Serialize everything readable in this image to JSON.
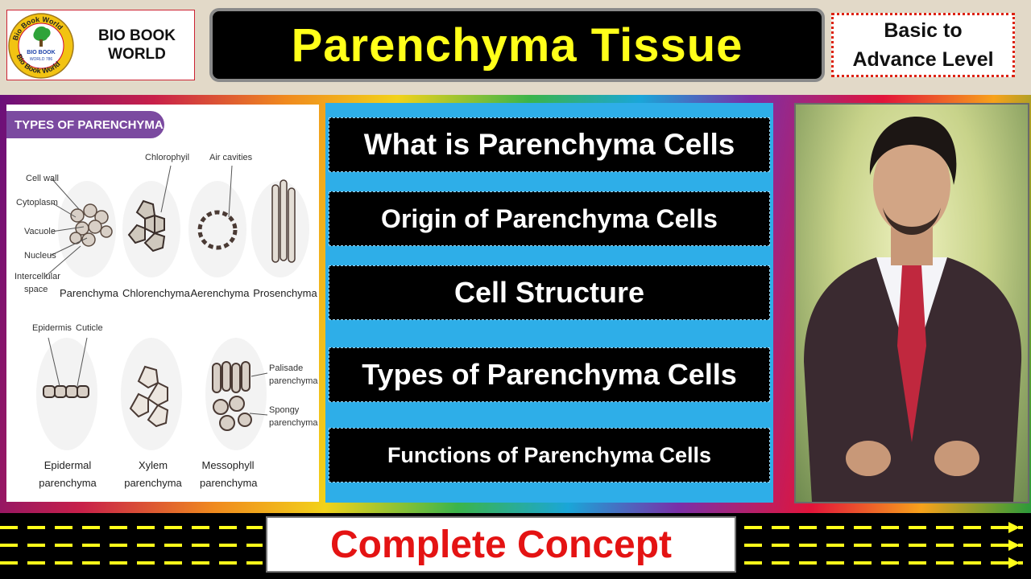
{
  "logo": {
    "seal_text_top": "Bio Book World",
    "seal_text_bottom": "Bio Book World",
    "seal_center": "BIO BOOK",
    "seal_sub": "WORLD 786",
    "line1": "BIO BOOK",
    "line2": "WORLD"
  },
  "title": "Parenchyma Tissue",
  "level": {
    "line1": "Basic to",
    "line2": "Advance Level"
  },
  "diagram": {
    "header": "TYPES OF PARENCHYMA",
    "labels": {
      "cell_wall": "Cell wall",
      "cytoplasm": "Cytoplasm",
      "vacuole": "Vacuole",
      "nucleus": "Nucleus",
      "intercellular_1": "Intercellular",
      "intercellular_2": "space",
      "chlorophyll": "Chlorophyil",
      "air_cavities": "Air cavities",
      "epidermis": "Epidermis",
      "cuticle": "Cuticle",
      "palisade_1": "Palisade",
      "palisade_2": "parenchyma",
      "spongy_1": "Spongy",
      "spongy_2": "parenchyma"
    },
    "captions": {
      "parenchyma": "Parenchyma",
      "chlorenchyma": "Chlorenchyma",
      "aerenchyma": "Aerenchyma",
      "prosenchyma": "Prosenchyma",
      "epidermal_1": "Epidermal",
      "epidermal_2": "parenchyma",
      "xylem": "Xylem parenchyma",
      "mesophyll_1": "Messophyll",
      "mesophyll_2": "parenchyma"
    }
  },
  "topics": [
    "What is Parenchyma Cells",
    "Origin of Parenchyma Cells",
    "Cell Structure",
    "Types of Parenchyma Cells",
    "Functions of Parenchyma Cells"
  ],
  "footer": "Complete Concept",
  "colors": {
    "title_yellow": "#ffff1a",
    "footer_red": "#e41313",
    "topic_panel_blue": "#2eaee8",
    "diagram_header_purple": "#7b4aa0"
  }
}
